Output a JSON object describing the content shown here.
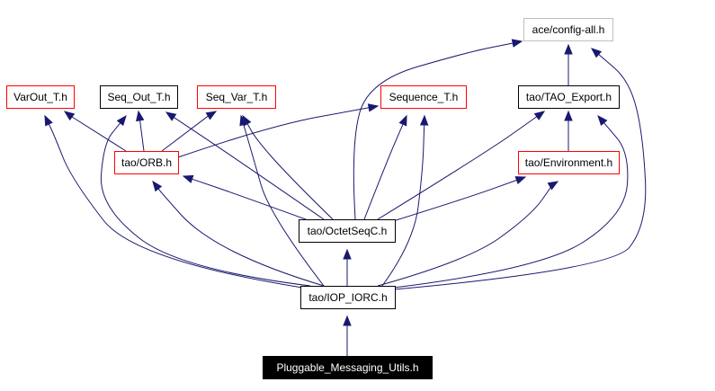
{
  "diagram": {
    "type": "include-dependency-graph",
    "edge_color": "#191970",
    "nodes": [
      {
        "id": "pmu",
        "label": "Pluggable_Messaging_Utils.h",
        "style": "root",
        "fill": "#000000",
        "stroke": "#000000",
        "text_color": "#ffffff"
      },
      {
        "id": "iop",
        "label": "tao/IOP_IORC.h",
        "style": "documented",
        "fill": "#ffffff",
        "stroke": "#000000",
        "text_color": "#000000"
      },
      {
        "id": "octet",
        "label": "tao/OctetSeqC.h",
        "style": "documented",
        "fill": "#ffffff",
        "stroke": "#000000",
        "text_color": "#000000"
      },
      {
        "id": "orb",
        "label": "tao/ORB.h",
        "style": "truncated",
        "fill": "#ffffff",
        "stroke": "#ff0000",
        "text_color": "#000000"
      },
      {
        "id": "env",
        "label": "tao/Environment.h",
        "style": "truncated",
        "fill": "#ffffff",
        "stroke": "#ff0000",
        "text_color": "#000000"
      },
      {
        "id": "varout",
        "label": "VarOut_T.h",
        "style": "truncated",
        "fill": "#ffffff",
        "stroke": "#ff0000",
        "text_color": "#000000"
      },
      {
        "id": "seqout",
        "label": "Seq_Out_T.h",
        "style": "documented",
        "fill": "#ffffff",
        "stroke": "#000000",
        "text_color": "#000000"
      },
      {
        "id": "seqvar",
        "label": "Seq_Var_T.h",
        "style": "truncated",
        "fill": "#ffffff",
        "stroke": "#ff0000",
        "text_color": "#000000"
      },
      {
        "id": "seqt",
        "label": "Sequence_T.h",
        "style": "truncated",
        "fill": "#ffffff",
        "stroke": "#ff0000",
        "text_color": "#000000"
      },
      {
        "id": "taoexp",
        "label": "tao/TAO_Export.h",
        "style": "documented",
        "fill": "#ffffff",
        "stroke": "#000000",
        "text_color": "#000000"
      },
      {
        "id": "config",
        "label": "ace/config-all.h",
        "style": "undocumented",
        "fill": "#ffffff",
        "stroke": "#bfbfbf",
        "text_color": "#000000"
      }
    ],
    "edges": [
      {
        "from": "pmu",
        "to": "iop"
      },
      {
        "from": "iop",
        "to": "octet"
      },
      {
        "from": "iop",
        "to": "orb"
      },
      {
        "from": "iop",
        "to": "env"
      },
      {
        "from": "iop",
        "to": "varout"
      },
      {
        "from": "iop",
        "to": "seqout"
      },
      {
        "from": "iop",
        "to": "seqvar"
      },
      {
        "from": "iop",
        "to": "seqt"
      },
      {
        "from": "iop",
        "to": "taoexp"
      },
      {
        "from": "iop",
        "to": "config"
      },
      {
        "from": "octet",
        "to": "orb"
      },
      {
        "from": "octet",
        "to": "env"
      },
      {
        "from": "octet",
        "to": "seqout"
      },
      {
        "from": "octet",
        "to": "seqvar"
      },
      {
        "from": "octet",
        "to": "seqt"
      },
      {
        "from": "octet",
        "to": "taoexp"
      },
      {
        "from": "octet",
        "to": "config"
      },
      {
        "from": "orb",
        "to": "varout"
      },
      {
        "from": "orb",
        "to": "seqout"
      },
      {
        "from": "orb",
        "to": "seqvar"
      },
      {
        "from": "orb",
        "to": "seqt"
      },
      {
        "from": "env",
        "to": "taoexp"
      },
      {
        "from": "taoexp",
        "to": "config"
      }
    ]
  }
}
